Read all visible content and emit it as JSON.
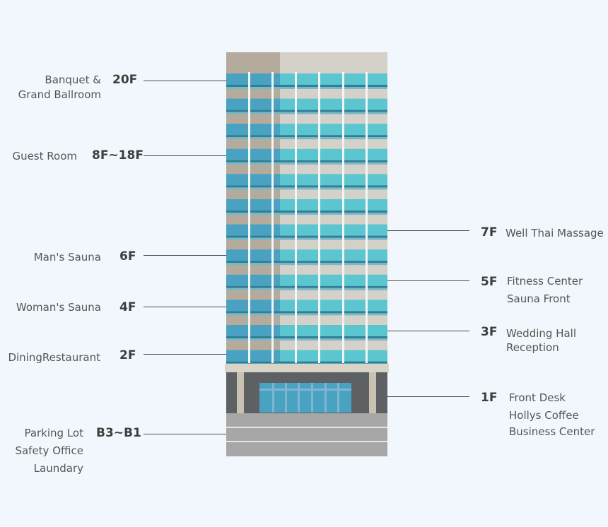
{
  "colors": {
    "background": "#f1f7fc",
    "roof": "#d4d1c8",
    "roof_dark": "#b5ab9c",
    "wall_beige": "#d4d1c8",
    "wall_tan": "#b5ab9c",
    "glass": "#5bc6cf",
    "glass_dark": "#4aa2c2",
    "frame_dark": "#5e6163",
    "parking": "#a7a7a7"
  },
  "left_labels": [
    {
      "floor": "20F",
      "lines": [
        "Banquet &",
        "Grand Ballroom"
      ]
    },
    {
      "floor": "8F~18F",
      "lines": [
        "Guest Room"
      ]
    },
    {
      "floor": "6F",
      "lines": [
        "Man's Sauna"
      ]
    },
    {
      "floor": "4F",
      "lines": [
        "Woman's Sauna"
      ]
    },
    {
      "floor": "2F",
      "lines": [
        "DiningRestaurant"
      ]
    },
    {
      "floor": "B3~B1",
      "lines": [
        "Parking Lot",
        "Safety Office",
        "Laundary"
      ]
    }
  ],
  "right_labels": [
    {
      "floor": "7F",
      "lines": [
        "Well Thai Massage"
      ]
    },
    {
      "floor": "5F",
      "lines": [
        "Fitness Center",
        "Sauna Front"
      ]
    },
    {
      "floor": "3F",
      "lines": [
        "Wedding Hall",
        "Reception"
      ]
    },
    {
      "floor": "1F",
      "lines": [
        "Front Desk",
        "Hollys Coffee",
        "Business Center"
      ]
    }
  ]
}
